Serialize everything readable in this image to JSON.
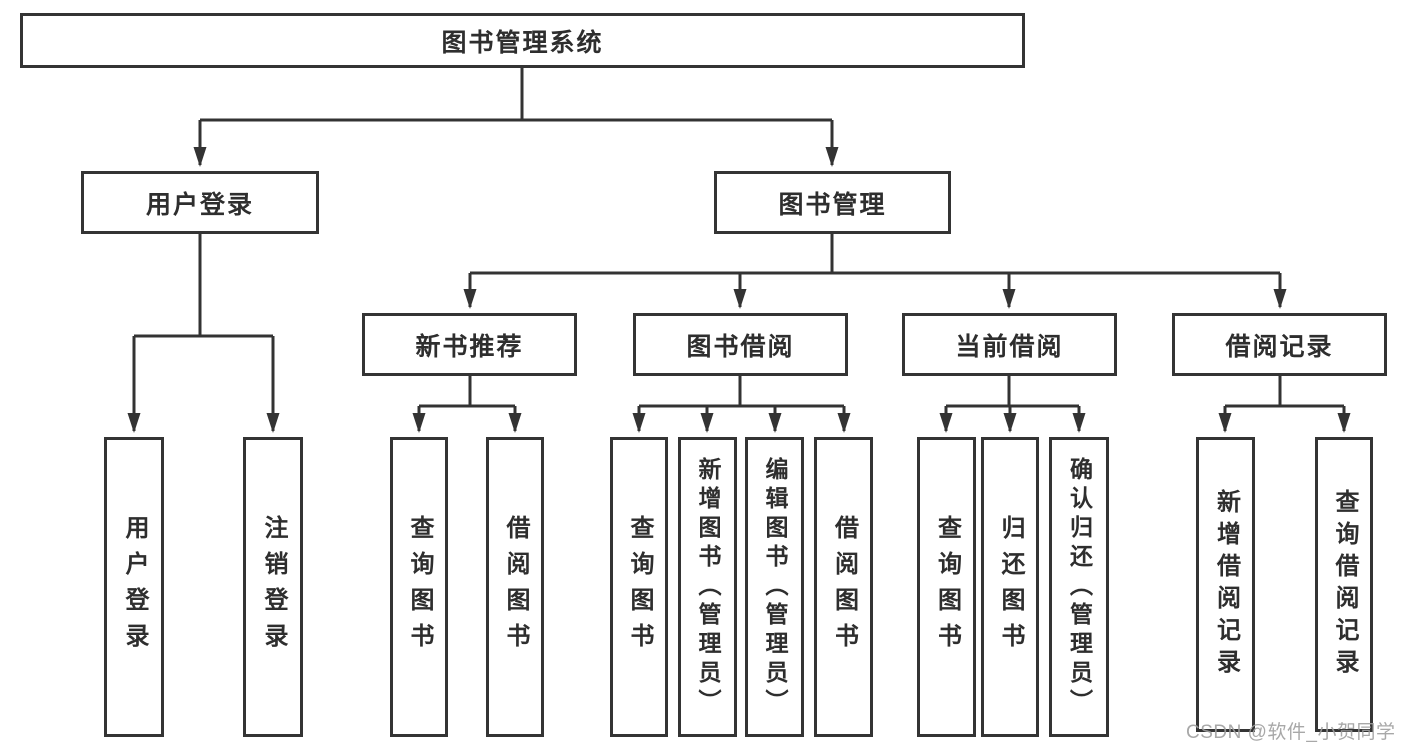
{
  "tree": {
    "root": "图书管理系统",
    "branches": [
      {
        "label": "用户登录",
        "children": [
          "用户登录",
          "注销登录"
        ]
      },
      {
        "label": "图书管理",
        "groups": [
          {
            "label": "新书推荐",
            "children": [
              "查询图书",
              "借阅图书"
            ]
          },
          {
            "label": "图书借阅",
            "children": [
              "查询图书",
              "新增图书（管理员）",
              "编辑图书（管理员）",
              "借阅图书"
            ]
          },
          {
            "label": "当前借阅",
            "children": [
              "查询图书",
              "归还图书",
              "确认归还（管理员）"
            ]
          },
          {
            "label": "借阅记录",
            "children": [
              "新增借阅记录",
              "查询借阅记录"
            ]
          }
        ]
      }
    ]
  },
  "colors": {
    "line": "#333333",
    "border": "#343434",
    "text": "#2e2e2e",
    "watermark": "#9e9e9e"
  },
  "watermark": "CSDN @软件_小贺同学"
}
